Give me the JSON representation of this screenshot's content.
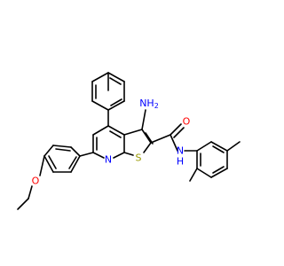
{
  "molecule": {
    "labels": {
      "amino_n": "NH",
      "amino_h2": "2",
      "pyridine_n": "N",
      "thiophene_s": "S",
      "carbonyl_o": "O",
      "amide_nh": "N",
      "amide_h": "H",
      "ether_o": "O"
    },
    "colors": {
      "bond": "#000000",
      "nitrogen": "#0000ff",
      "oxygen": "#ff0000",
      "sulfur": "#999900"
    }
  }
}
